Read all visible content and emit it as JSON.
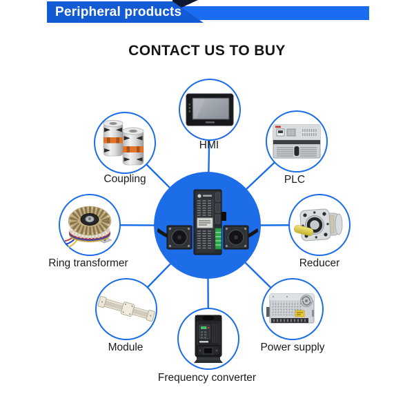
{
  "banner": {
    "title": "Peripheral products"
  },
  "heading": {
    "title": "CONTACT US TO BUY"
  },
  "hub": {
    "image": "stepper-driver-with-two-motors"
  },
  "products": [
    {
      "id": "hmi",
      "label": "HMI",
      "image": "hmi-touchscreen-panel"
    },
    {
      "id": "plc",
      "label": "PLC",
      "image": "plc-controller"
    },
    {
      "id": "coupling",
      "label": "Coupling",
      "image": "shaft-couplings"
    },
    {
      "id": "ring-transformer",
      "label": "Ring transformer",
      "image": "toroidal-transformer"
    },
    {
      "id": "reducer",
      "label": "Reducer",
      "image": "planetary-gear-reducer"
    },
    {
      "id": "module",
      "label": "Module",
      "image": "linear-module-rail"
    },
    {
      "id": "power-supply",
      "label": "Power supply",
      "image": "switching-power-supply"
    },
    {
      "id": "frequency-converter",
      "label": "Frequency converter",
      "image": "variable-frequency-drive"
    }
  ],
  "colors": {
    "accent_blue": "#1a6ce8",
    "banner_label_blue": "#135bd4",
    "banner_strip_blue": "#1a6cf0",
    "banner_fold_navy": "#10182f",
    "hub_fill_blue": "#1d6de8",
    "text_dark": "#141414"
  }
}
